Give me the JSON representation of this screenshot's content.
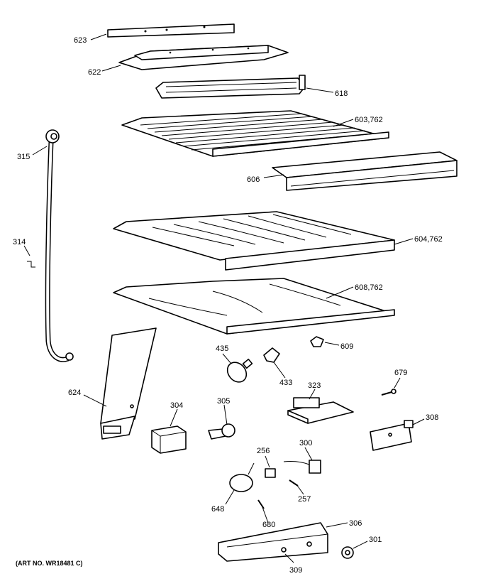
{
  "labels": {
    "l623": "623",
    "l622": "622",
    "l618": "618",
    "l603": "603,762",
    "l606": "606",
    "l315": "315",
    "l314": "314",
    "l604": "604,762",
    "l608": "608,762",
    "l609": "609",
    "l435": "435",
    "l433": "433",
    "l679": "679",
    "l323": "323",
    "l624": "624",
    "l304": "304",
    "l305": "305",
    "l308": "308",
    "l256": "256",
    "l300": "300",
    "l257": "257",
    "l648": "648",
    "l680": "680",
    "l306": "306",
    "l301": "301",
    "l309": "309"
  },
  "art_number": "(ART NO. WR18481 C)"
}
